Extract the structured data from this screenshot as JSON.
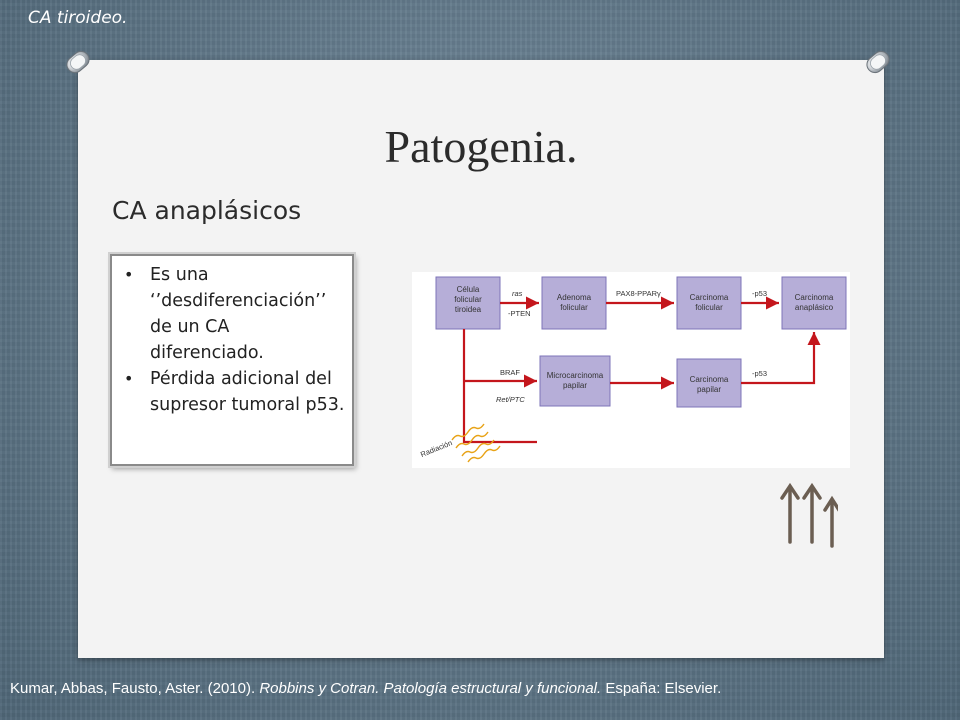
{
  "header": {
    "topic": "CA tiroideo."
  },
  "slide": {
    "title": "Patogenia.",
    "subtitle": "CA anaplásicos",
    "bullets": [
      "Es una ‘’desdiferenciación’’ de un CA diferenciado.",
      "Pérdida adicional del supresor tumoral p53."
    ]
  },
  "diagram": {
    "nodes": {
      "celula": [
        "Célula",
        "folicular",
        "tiroidea"
      ],
      "adenoma": [
        "Adenoma",
        "folicular"
      ],
      "carc_folicular": [
        "Carcinoma",
        "folicular"
      ],
      "carc_anaplasico": [
        "Carcinoma",
        "anaplásico"
      ],
      "microcarcinoma": [
        "Microcarcinoma",
        "papilar"
      ],
      "carc_papilar": [
        "Carcinoma",
        "papilar"
      ]
    },
    "edges": {
      "ras": "ras",
      "pten": "-PTEN",
      "pax8": "PAX8-PPARγ",
      "p53_top": "-p53",
      "braf": "BRAF",
      "p53_bottom": "-p53",
      "retptc": "Ret/PTC",
      "radiacion": "Radiación"
    },
    "colors": {
      "box": "#b6aed8",
      "box_border": "#7e74b8",
      "arrow": "#c4161c",
      "waves": "#e8a317"
    }
  },
  "decoration": {
    "arrows_icon": "three-up-arrows",
    "arrow_color": "#6b5e52"
  },
  "citation": {
    "authors": "Kumar, Abbas, Fausto, Aster. (2010). ",
    "book": "Robbins y Cotran. Patología estructural y funcional.",
    "place": " España: Elsevier."
  }
}
